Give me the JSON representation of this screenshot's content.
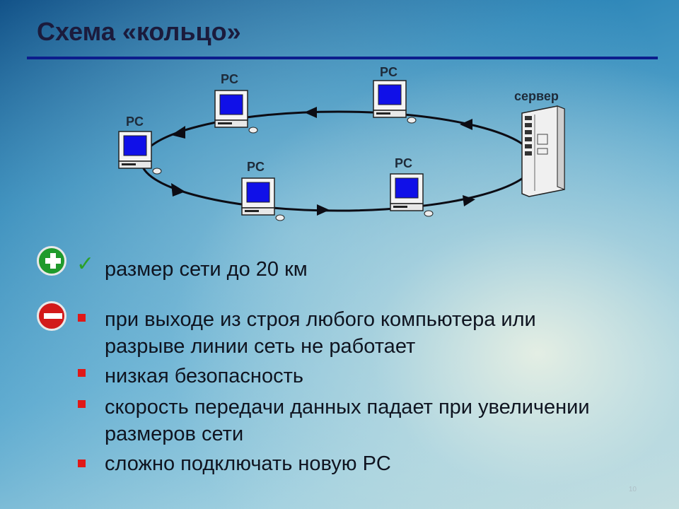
{
  "slide": {
    "title": "Схема «кольцо»",
    "page_number": "10"
  },
  "diagram": {
    "nodes": [
      {
        "label": "PC"
      },
      {
        "label": "PC"
      },
      {
        "label": "PC"
      },
      {
        "label": "PC"
      },
      {
        "label": "PC"
      },
      {
        "label": "сервер"
      }
    ]
  },
  "pros": {
    "items": [
      "размер сети до 20 км"
    ]
  },
  "cons": {
    "items": [
      "при выходе из строя любого компьютера или разрыве линии сеть не работает",
      "низкая безопасность",
      "скорость передачи данных падает при увеличении размеров сети",
      "сложно подключать новую PC"
    ]
  },
  "colors": {
    "title_rule": "#0c1d8c",
    "bullet": "#e01818",
    "check": "#2ba02b",
    "screen": "#1010e8",
    "plus_badge": "#1f9a2c",
    "minus_badge": "#d21a1a"
  }
}
